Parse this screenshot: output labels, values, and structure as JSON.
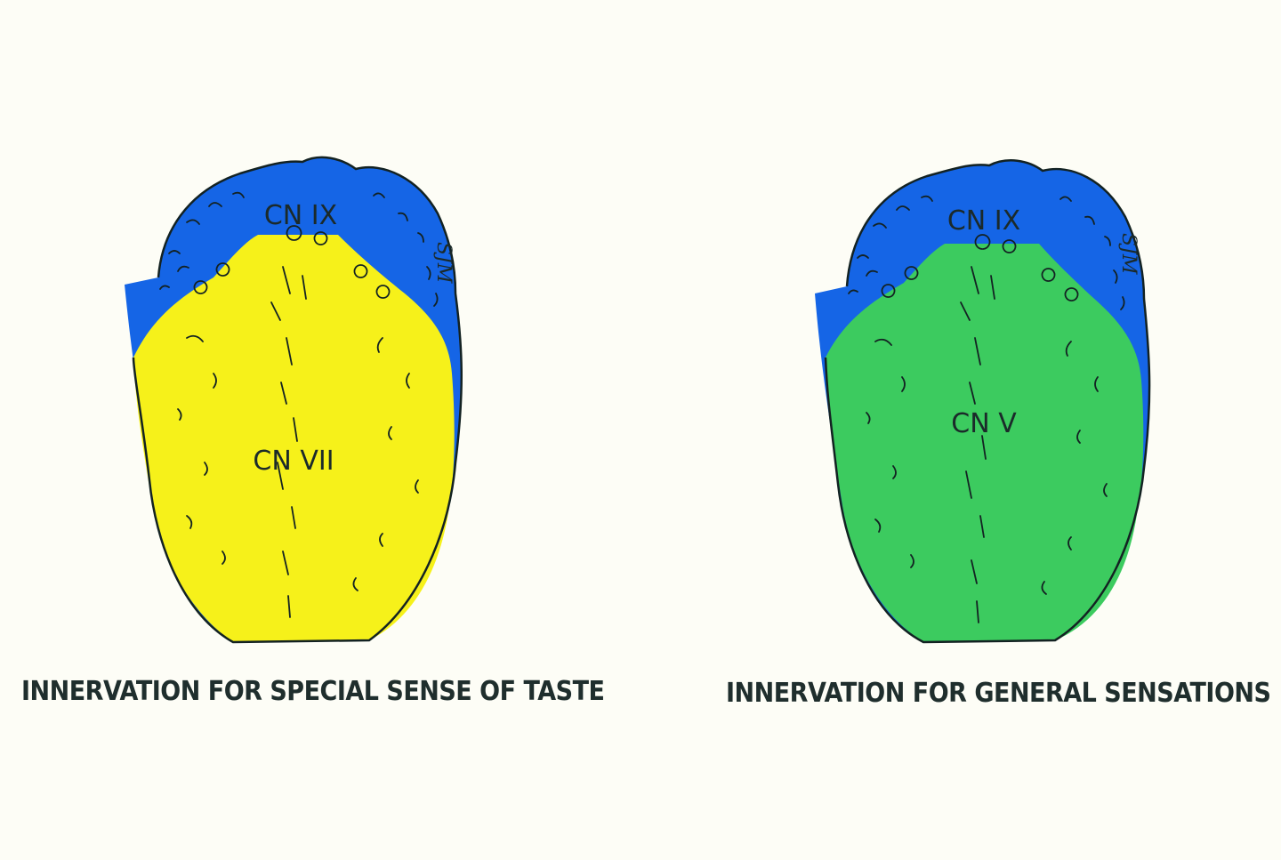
{
  "diagrams": [
    {
      "id": "taste",
      "caption": "INNERVATION FOR SPECIAL SENSE OF TASTE",
      "regions": [
        {
          "label": "CN IX",
          "role": "posterior-third",
          "color": "#1565e6"
        },
        {
          "label": "CN VII",
          "role": "anterior-two-thirds",
          "color": "#f6f11a"
        }
      ],
      "signature": "SJM"
    },
    {
      "id": "general",
      "caption": "INNERVATION FOR GENERAL SENSATIONS",
      "regions": [
        {
          "label": "CN IX",
          "role": "posterior-third",
          "color": "#1565e6"
        },
        {
          "label": "CN V",
          "role": "anterior-two-thirds",
          "color": "#3ccb5f"
        }
      ],
      "signature": "SJM"
    }
  ],
  "colors": {
    "background": "#fdfdf6",
    "outline": "#132222"
  }
}
